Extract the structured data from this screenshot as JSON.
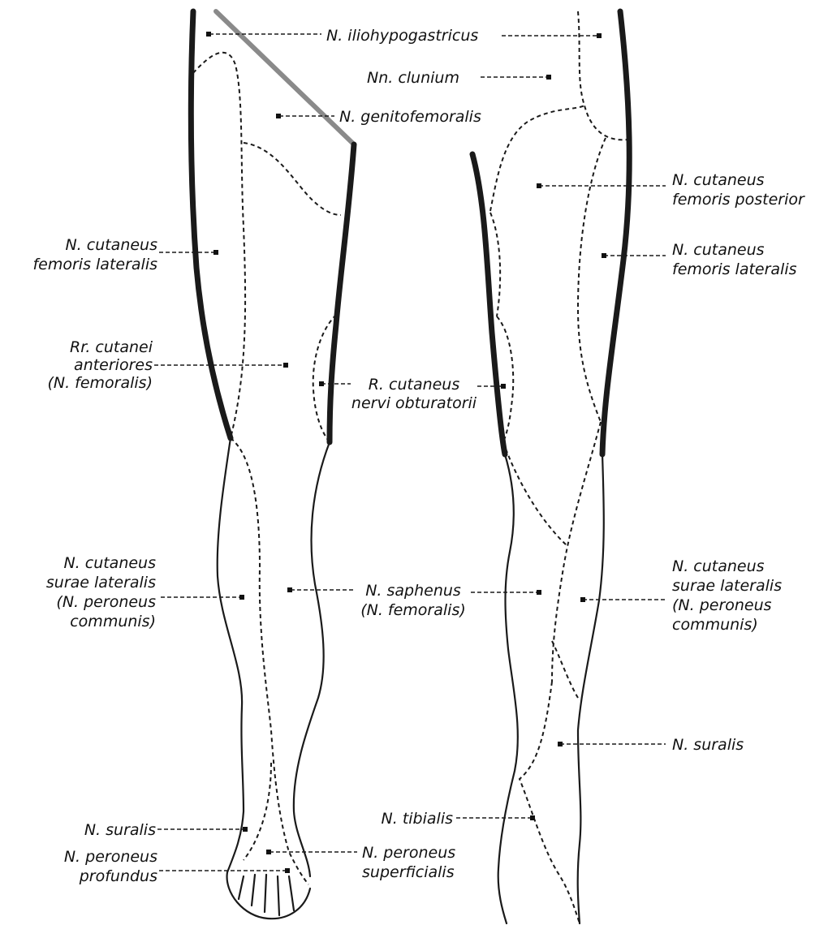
{
  "labels": {
    "iliohypogastricus": "N. iliohypogastricus",
    "clunium": "Nn. clunium",
    "genitofemoralis": "N. genitofemoralis",
    "fem_post_1": "N. cutaneus",
    "fem_post_2": "femoris posterior",
    "fem_lat_right_1": "N. cutaneus",
    "fem_lat_right_2": "femoris lateralis",
    "fem_lat_left_1": "N. cutaneus",
    "fem_lat_left_2": "femoris lateralis",
    "rr_ant_1": "Rr. cutanei",
    "rr_ant_2": "anteriores",
    "rr_ant_3": "(N. femoralis)",
    "obt_1": "R. cutaneus",
    "obt_2": "nervi obturatorii",
    "surae_left_1": "N. cutaneus",
    "surae_left_2": "surae lateralis",
    "surae_left_3": "(N. peroneus",
    "surae_left_4": "communis)",
    "saph_1": "N. saphenus",
    "saph_2": "(N. femoralis)",
    "surae_right_1": "N. cutaneus",
    "surae_right_2": "surae lateralis",
    "surae_right_3": "(N. peroneus",
    "surae_right_4": "communis)",
    "suralis_right": "N. suralis",
    "tibialis": "N. tibialis",
    "suralis_left": "N. suralis",
    "per_sup_1": "N. peroneus",
    "per_sup_2": "superficialis",
    "per_prof_1": "N. peroneus",
    "per_prof_2": "profundus"
  },
  "colors": {
    "outline": "#1a1a1a",
    "ink": "#111111",
    "inguinal_band": "#8a8a8a",
    "background": "#ffffff"
  }
}
